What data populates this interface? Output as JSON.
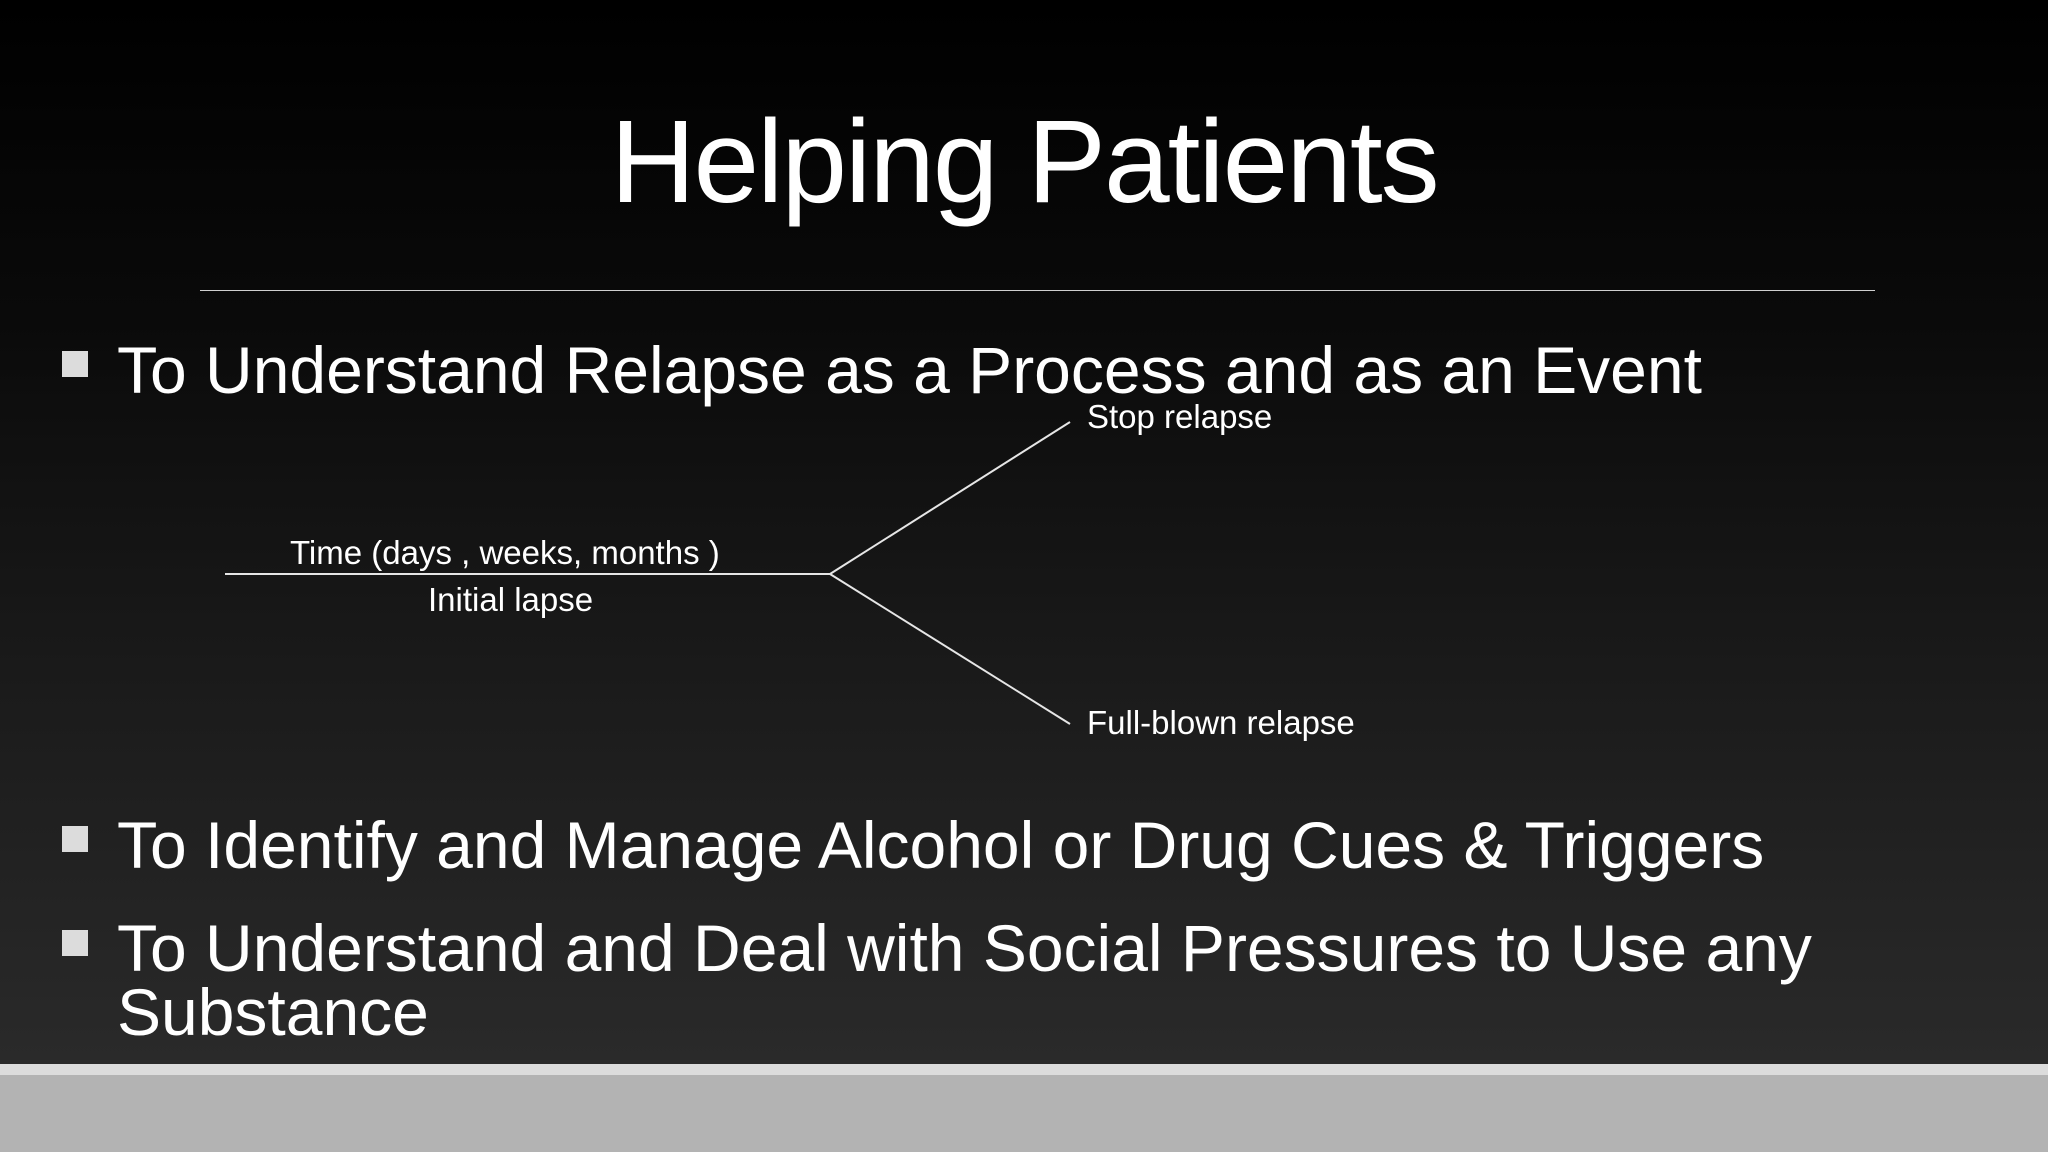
{
  "slide": {
    "title": "Helping Patients",
    "bullets": [
      "To Understand Relapse as a Process and as an Event",
      "To Identify and Manage Alcohol or Drug Cues & Triggers",
      "To Understand and Deal with Social Pressures to Use any Substance"
    ],
    "diagram": {
      "timeline_label": "Time (days , weeks, months )",
      "event_label": "Initial lapse",
      "upper_outcome": "Stop relapse",
      "lower_outcome": "Full-blown relapse"
    }
  },
  "colors": {
    "background_top": "#000000",
    "background_bottom": "#2a2a2a",
    "text": "#ffffff",
    "bullet_marker": "#dcdcdc",
    "footer_band": "#b3b3b3"
  }
}
